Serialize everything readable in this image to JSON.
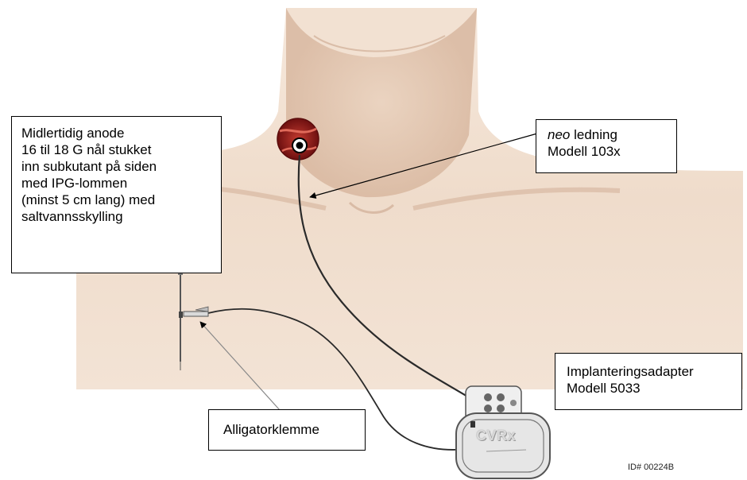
{
  "callouts": {
    "anode": {
      "lines": [
        "Midlertidig anode",
        "16 til 18 G nål stukket",
        "inn subkutant på siden",
        "med IPG-lommen",
        "(minst 5 cm lang) med",
        "saltvannsskylling"
      ]
    },
    "lead": {
      "italic": "neo",
      "line1_rest": " ledning",
      "line2": "Modell 103x"
    },
    "adapter": {
      "line1": "Implanteringsadapter",
      "line2": "Modell 5033"
    },
    "clip": {
      "label": "Alligatorklemme"
    }
  },
  "device": {
    "logo": "CVRx"
  },
  "footer": {
    "id": "ID# 00224B"
  },
  "colors": {
    "skin_light": "#f3e3d5",
    "skin_mid": "#e4c8b2",
    "skin_shadow": "#c9a58c",
    "artery_red": "#9b1b1b",
    "lead_wire": "#2a2a2a",
    "device_metal": "#e6e6e6"
  }
}
